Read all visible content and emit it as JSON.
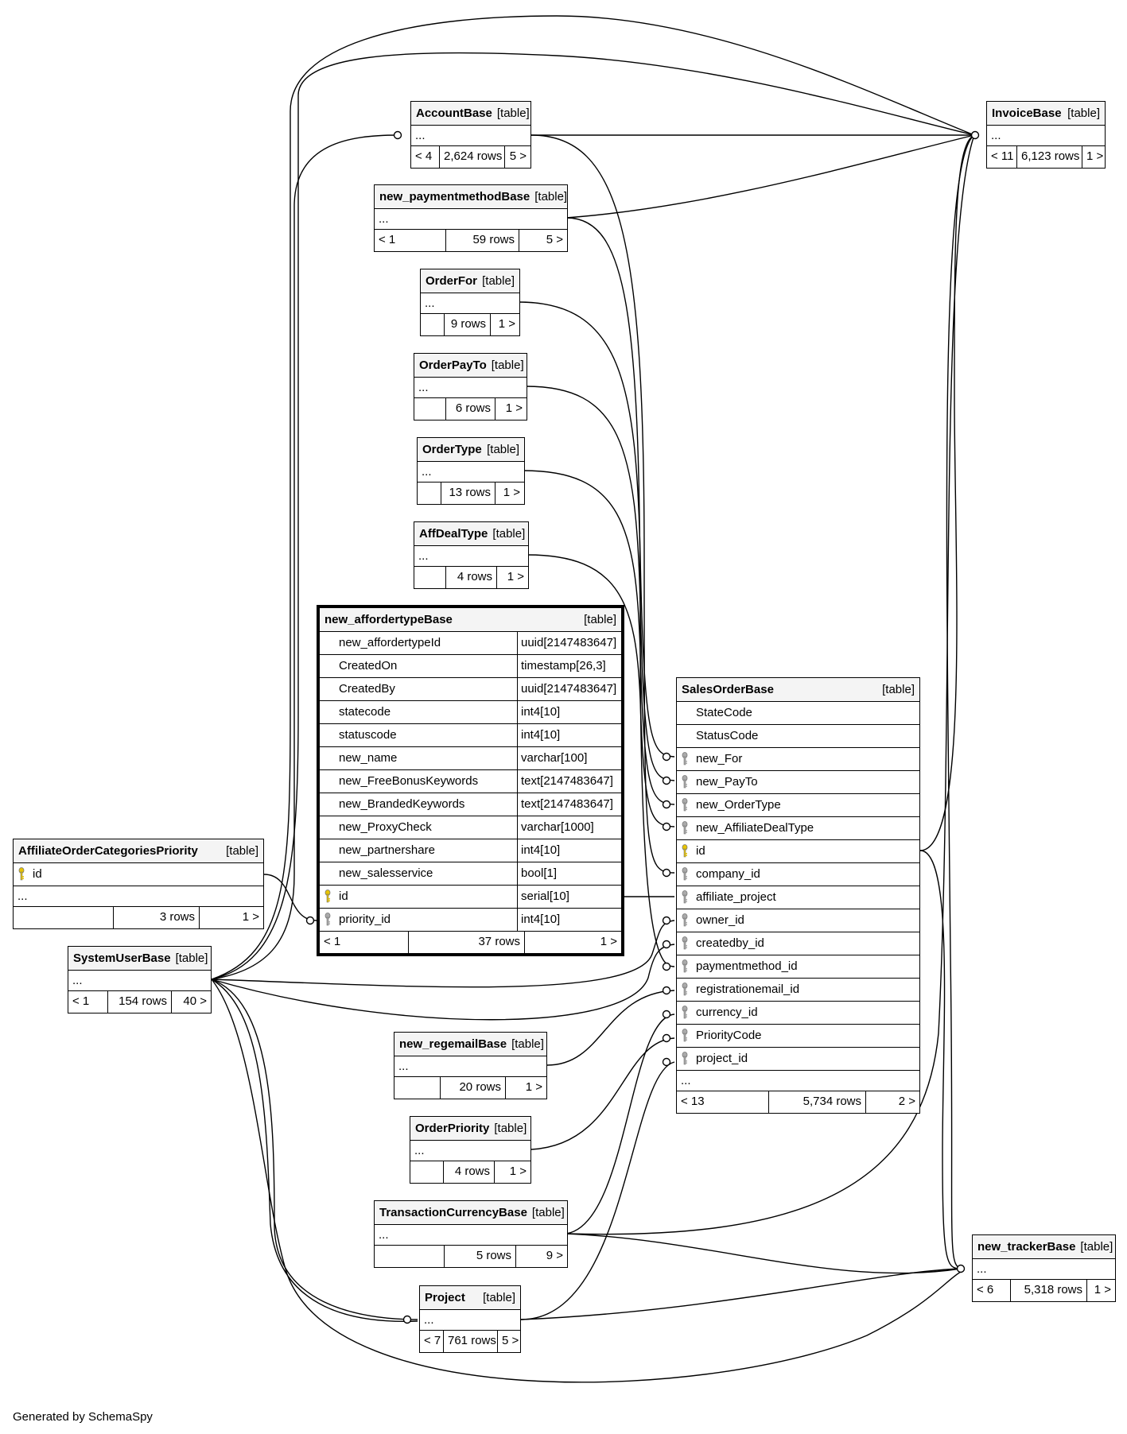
{
  "footer": "Generated by SchemaSpy",
  "kind_label": "[table]",
  "ellipsis": "...",
  "tables": {
    "AccountBase": {
      "name": "AccountBase",
      "footer": [
        "< 4",
        "2,624 rows",
        "5 >"
      ]
    },
    "InvoiceBase": {
      "name": "InvoiceBase",
      "footer": [
        "< 11",
        "6,123 rows",
        "1 >"
      ]
    },
    "new_paymentmethodBase": {
      "name": "new_paymentmethodBase",
      "footer": [
        "< 1",
        "59 rows",
        "5 >"
      ]
    },
    "OrderFor": {
      "name": "OrderFor",
      "footer": [
        "",
        "9 rows",
        "1 >"
      ]
    },
    "OrderPayTo": {
      "name": "OrderPayTo",
      "footer": [
        "",
        "6 rows",
        "1 >"
      ]
    },
    "OrderType": {
      "name": "OrderType",
      "footer": [
        "",
        "13 rows",
        "1 >"
      ]
    },
    "AffDealType": {
      "name": "AffDealType",
      "footer": [
        "",
        "4 rows",
        "1 >"
      ]
    },
    "new_affordertypeBase": {
      "name": "new_affordertypeBase",
      "columns": [
        {
          "name": "new_affordertypeId",
          "type": "uuid[2147483647]",
          "key": "none"
        },
        {
          "name": "CreatedOn",
          "type": "timestamp[26,3]",
          "key": "none"
        },
        {
          "name": "CreatedBy",
          "type": "uuid[2147483647]",
          "key": "none"
        },
        {
          "name": "statecode",
          "type": "int4[10]",
          "key": "none"
        },
        {
          "name": "statuscode",
          "type": "int4[10]",
          "key": "none"
        },
        {
          "name": "new_name",
          "type": "varchar[100]",
          "key": "none"
        },
        {
          "name": "new_FreeBonusKeywords",
          "type": "text[2147483647]",
          "key": "none"
        },
        {
          "name": "new_BrandedKeywords",
          "type": "text[2147483647]",
          "key": "none"
        },
        {
          "name": "new_ProxyCheck",
          "type": "varchar[1000]",
          "key": "none"
        },
        {
          "name": "new_partnershare",
          "type": "int4[10]",
          "key": "none"
        },
        {
          "name": "new_salesservice",
          "type": "bool[1]",
          "key": "none"
        },
        {
          "name": "id",
          "type": "serial[10]",
          "key": "primary"
        },
        {
          "name": "priority_id",
          "type": "int4[10]",
          "key": "foreign"
        }
      ],
      "footer": [
        "< 1",
        "37 rows",
        "1 >"
      ]
    },
    "SalesOrderBase": {
      "name": "SalesOrderBase",
      "columns": [
        {
          "name": "StateCode",
          "key": "none"
        },
        {
          "name": "StatusCode",
          "key": "none"
        },
        {
          "name": "new_For",
          "key": "foreign"
        },
        {
          "name": "new_PayTo",
          "key": "foreign"
        },
        {
          "name": "new_OrderType",
          "key": "foreign"
        },
        {
          "name": "new_AffiliateDealType",
          "key": "foreign"
        },
        {
          "name": "id",
          "key": "primary"
        },
        {
          "name": "company_id",
          "key": "foreign"
        },
        {
          "name": "affiliate_project",
          "key": "foreign"
        },
        {
          "name": "owner_id",
          "key": "foreign"
        },
        {
          "name": "createdby_id",
          "key": "foreign"
        },
        {
          "name": "paymentmethod_id",
          "key": "foreign"
        },
        {
          "name": "registrationemail_id",
          "key": "foreign"
        },
        {
          "name": "currency_id",
          "key": "foreign"
        },
        {
          "name": "PriorityCode",
          "key": "foreign"
        },
        {
          "name": "project_id",
          "key": "foreign"
        }
      ],
      "footer": [
        "< 13",
        "5,734 rows",
        "2 >"
      ]
    },
    "AffiliateOrderCategoriesPriority": {
      "name": "AffiliateOrderCategoriesPriority",
      "columns": [
        {
          "name": "id",
          "key": "primary"
        }
      ],
      "footer": [
        "",
        "3 rows",
        "1 >"
      ]
    },
    "SystemUserBase": {
      "name": "SystemUserBase",
      "footer": [
        "< 1",
        "154 rows",
        "40 >"
      ]
    },
    "new_regemailBase": {
      "name": "new_regemailBase",
      "footer": [
        "",
        "20 rows",
        "1 >"
      ]
    },
    "OrderPriority": {
      "name": "OrderPriority",
      "footer": [
        "",
        "4 rows",
        "1 >"
      ]
    },
    "TransactionCurrencyBase": {
      "name": "TransactionCurrencyBase",
      "footer": [
        "",
        "5 rows",
        "9 >"
      ]
    },
    "Project": {
      "name": "Project",
      "footer": [
        "< 7",
        "761 rows",
        "5 >"
      ]
    },
    "new_trackerBase": {
      "name": "new_trackerBase",
      "footer": [
        "< 6",
        "5,318 rows",
        "1 >"
      ]
    }
  },
  "colors": {
    "primary_key": "#e8c400",
    "foreign_key": "#aaaaaa"
  }
}
